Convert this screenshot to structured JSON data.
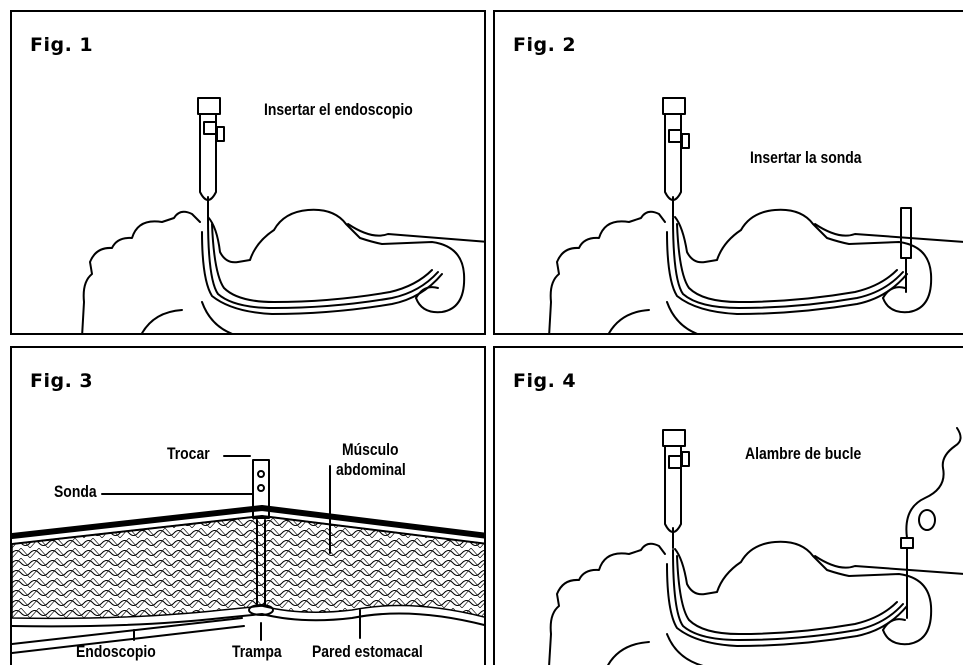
{
  "figures": [
    {
      "fig_label": "Fig. 1",
      "caption": "Insertar el endoscopio"
    },
    {
      "fig_label": "Fig. 2",
      "caption": "Insertar la sonda"
    },
    {
      "fig_label": "Fig. 3",
      "labels": {
        "trocar": "Trocar",
        "sonda": "Sonda",
        "musculo": "Músculo",
        "abdominal": "abdominal",
        "endoscopio": "Endoscopio",
        "trampa": "Trampa",
        "pared": "Pared estomacal"
      }
    },
    {
      "fig_label": "Fig. 4",
      "caption": "Alambre de bucle"
    }
  ]
}
